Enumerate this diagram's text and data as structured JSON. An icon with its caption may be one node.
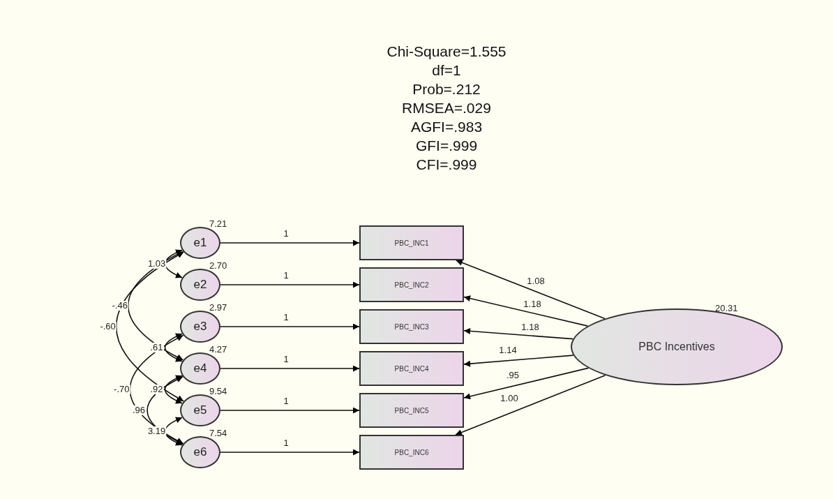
{
  "diagram": {
    "nodes": [
      {
        "text": [
          "e1"
        ],
        "beside": [
          "7.21"
        ]
      },
      {
        "text": [
          "e2"
        ],
        "beside": [
          "2.70"
        ]
      },
      {
        "text": [
          "e3"
        ],
        "beside": [
          "2.97"
        ]
      },
      {
        "text": [
          "e4"
        ],
        "beside": [
          "4.27"
        ]
      },
      {
        "text": [
          "e5"
        ],
        "beside": [
          "9.54"
        ]
      },
      {
        "text": [
          "e6"
        ],
        "beside": [
          "7.54"
        ]
      },
      {
        "text": [
          "PBC_INC1"
        ]
      },
      {
        "text": [
          "PBC_INC2"
        ]
      },
      {
        "text": [
          "PBC_INC3"
        ]
      },
      {
        "text": [
          "PBC_INC4"
        ]
      },
      {
        "text": [
          "PBC_INC5"
        ]
      },
      {
        "text": [
          "PBC_INC6"
        ]
      },
      {
        "text": [
          "PBC Incentives"
        ],
        "beside": [
          "20.31"
        ]
      }
    ],
    "edges": [
      {
        "from": 0,
        "to": 6,
        "arrow": "to",
        "label": "1"
      },
      {
        "from": 1,
        "to": 7,
        "arrow": "to",
        "label": "1"
      },
      {
        "from": 2,
        "to": 8,
        "arrow": "to",
        "label": "1"
      },
      {
        "from": 3,
        "to": 9,
        "arrow": "to",
        "label": "1"
      },
      {
        "from": 4,
        "to": 10,
        "arrow": "to",
        "label": "1"
      },
      {
        "from": 5,
        "to": 11,
        "arrow": "to",
        "label": "1"
      },
      {
        "from": 12,
        "to": 6,
        "arrow": "to",
        "label": "1.08"
      },
      {
        "from": 12,
        "to": 7,
        "arrow": "to",
        "label": "1.18"
      },
      {
        "from": 12,
        "to": 8,
        "arrow": "to",
        "label": "1.18"
      },
      {
        "from": 12,
        "to": 9,
        "arrow": "to",
        "label": "1.14"
      },
      {
        "from": 12,
        "to": 10,
        "arrow": "to",
        "label": ".95"
      },
      {
        "from": 12,
        "to": 11,
        "arrow": "to",
        "label": "1.00"
      },
      {
        "from": 0,
        "to": 1,
        "arrow": "both",
        "label": "1.03"
      },
      {
        "from": 0,
        "to": 3,
        "arrow": "both",
        "label": "-.46"
      },
      {
        "from": 0,
        "to": 4,
        "arrow": "both",
        "label": "-.60"
      },
      {
        "from": 2,
        "to": 3,
        "arrow": "both",
        "label": ".61"
      },
      {
        "from": 2,
        "to": 5,
        "arrow": "both",
        "label": "-.70"
      },
      {
        "from": 3,
        "to": 4,
        "arrow": "both",
        "label": ".92"
      },
      {
        "from": 3,
        "to": 5,
        "arrow": "both",
        "label": ".96"
      },
      {
        "from": 4,
        "to": 5,
        "arrow": "both",
        "label": "3.19"
      }
    ],
    "labels": [
      "Chi-Square=1.555",
      "df=1",
      "Prob=.212",
      "RMSEA=.029",
      "AGFI=.983",
      "GFI=.999",
      "CFI=.999"
    ]
  }
}
